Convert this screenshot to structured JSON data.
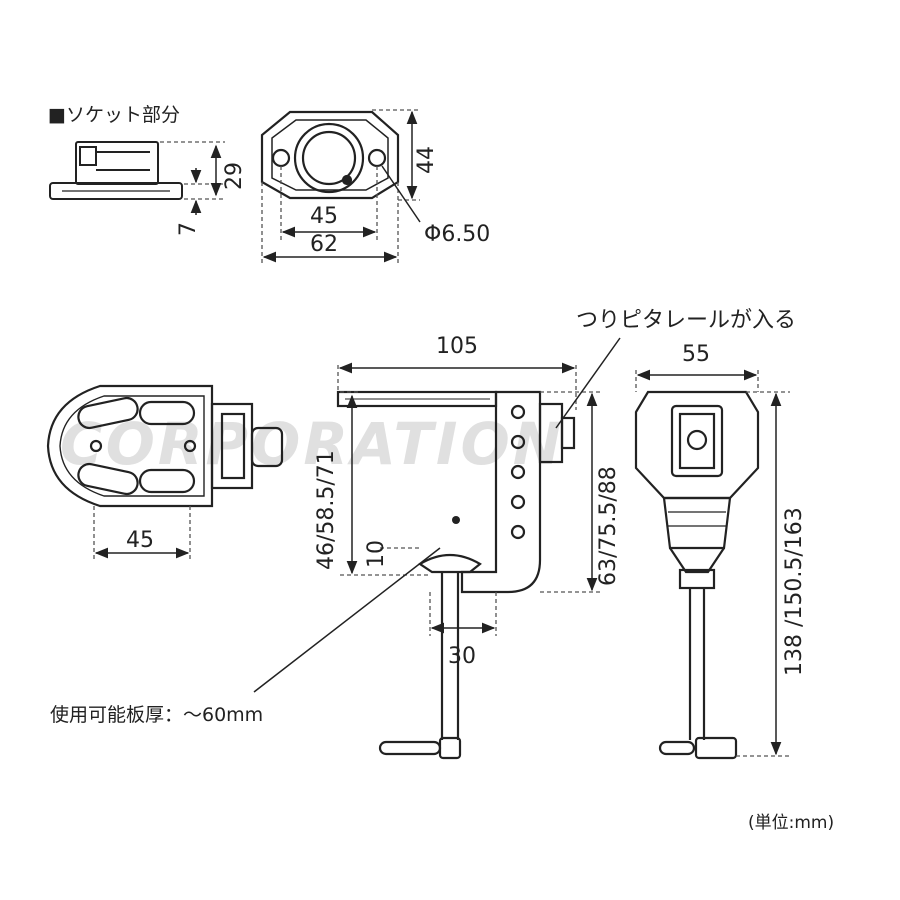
{
  "watermark": "CORPORATION",
  "socket": {
    "title": "■ソケット部分",
    "dim_height": "29",
    "dim_base": "7",
    "dim_top_height": "44",
    "dim_hole_spacing": "45",
    "dim_width": "62",
    "dim_hole_diameter": "Φ6.50"
  },
  "main": {
    "rail_note": "つりピタレールが入る",
    "dim_plate_width": "105",
    "dim_side_width": "55",
    "dim_front_spacing": "45",
    "dim_clamp_height": "46/58.5/71",
    "dim_small": "10",
    "dim_rail_height": "63/75.5/88",
    "dim_total_height": "138 /150.5/163",
    "dim_jaw": "30",
    "thickness_note": "使用可能板厚：～60mm"
  },
  "unit": "(単位:mm)",
  "colors": {
    "line": "#222222",
    "dash": "#555555",
    "watermark": "#c8c8c8"
  }
}
